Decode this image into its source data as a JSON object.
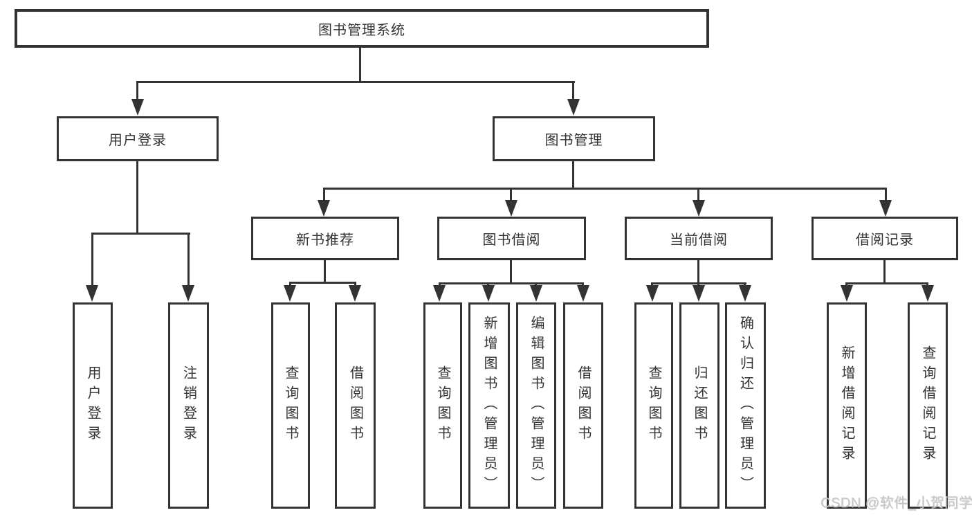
{
  "diagram": {
    "type": "hierarchy-tree",
    "orientation": "top-down"
  },
  "tree": {
    "label": "图书管理系统",
    "children": [
      {
        "label": "用户登录",
        "children": [
          {
            "label": "用户登录"
          },
          {
            "label": "注销登录"
          }
        ]
      },
      {
        "label": "图书管理",
        "children": [
          {
            "label": "新书推荐",
            "children": [
              {
                "label": "查询图书"
              },
              {
                "label": "借阅图书"
              }
            ]
          },
          {
            "label": "图书借阅",
            "children": [
              {
                "label": "查询图书"
              },
              {
                "label": "新增图书（管理员）"
              },
              {
                "label": "编辑图书（管理员）"
              },
              {
                "label": "借阅图书"
              }
            ]
          },
          {
            "label": "当前借阅",
            "children": [
              {
                "label": "查询图书"
              },
              {
                "label": "归还图书"
              },
              {
                "label": "确认归还（管理员）"
              }
            ]
          },
          {
            "label": "借阅记录",
            "children": [
              {
                "label": "新增借阅记录"
              },
              {
                "label": "查询借阅记录"
              }
            ]
          }
        ]
      }
    ]
  },
  "watermark": {
    "text": "CSDN @软件_小贺同学"
  },
  "colors": {
    "line": "#333333",
    "text": "#333333",
    "background": "#ffffff",
    "watermark": "#c7c7c7"
  }
}
